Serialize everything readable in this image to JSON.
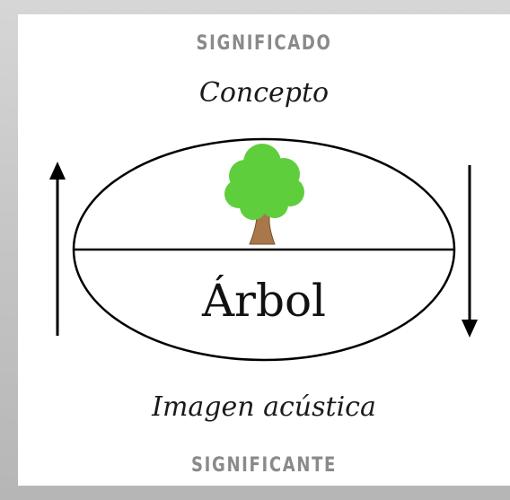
{
  "diagram": {
    "top_category": "SIGNIFICADO",
    "top_label": "Concepto",
    "word": "Árbol",
    "bottom_label": "Imagen acústica",
    "bottom_category": "SIGNIFICANTE",
    "colors": {
      "foliage": "#5fce3c",
      "trunk": "#a9784a",
      "outline": "#000000",
      "caps_text": "#8a8a8a"
    }
  }
}
